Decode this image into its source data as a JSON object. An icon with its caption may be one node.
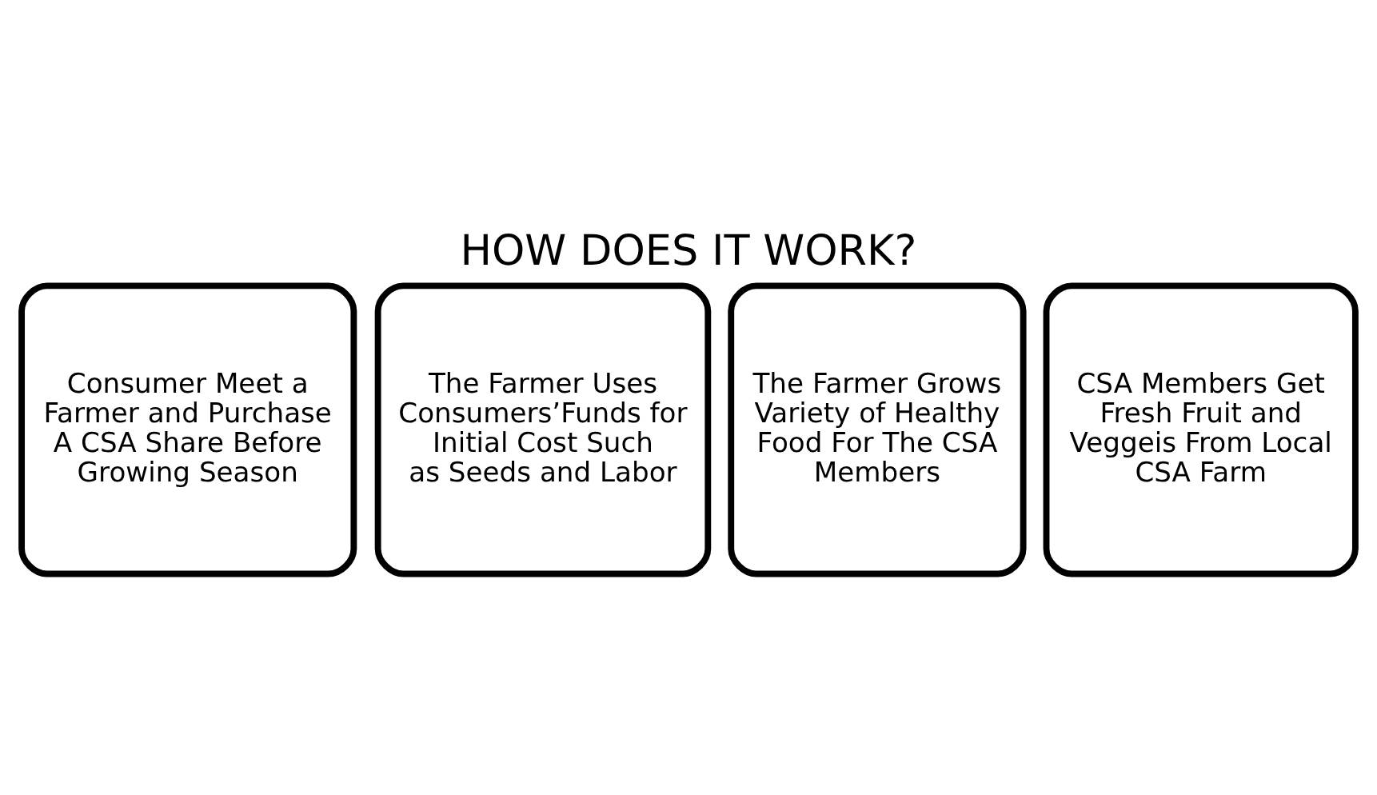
{
  "diagram": {
    "title": "HOW DOES IT WORK?",
    "nodes": [
      {
        "text": [
          "Consumer Meet a Farmer and Purchase A CSA Share Before Growing Season"
        ]
      },
      {
        "text": [
          "The Farmer Uses Consumers’Funds for Initial Cost Such as Seeds and Labor"
        ]
      },
      {
        "text": [
          "The Farmer Grows Variety of Healthy Food For The CSA Members"
        ]
      },
      {
        "text": [
          "CSA Members Get Fresh Fruit and Veggeis From Local CSA Farm"
        ]
      }
    ]
  }
}
